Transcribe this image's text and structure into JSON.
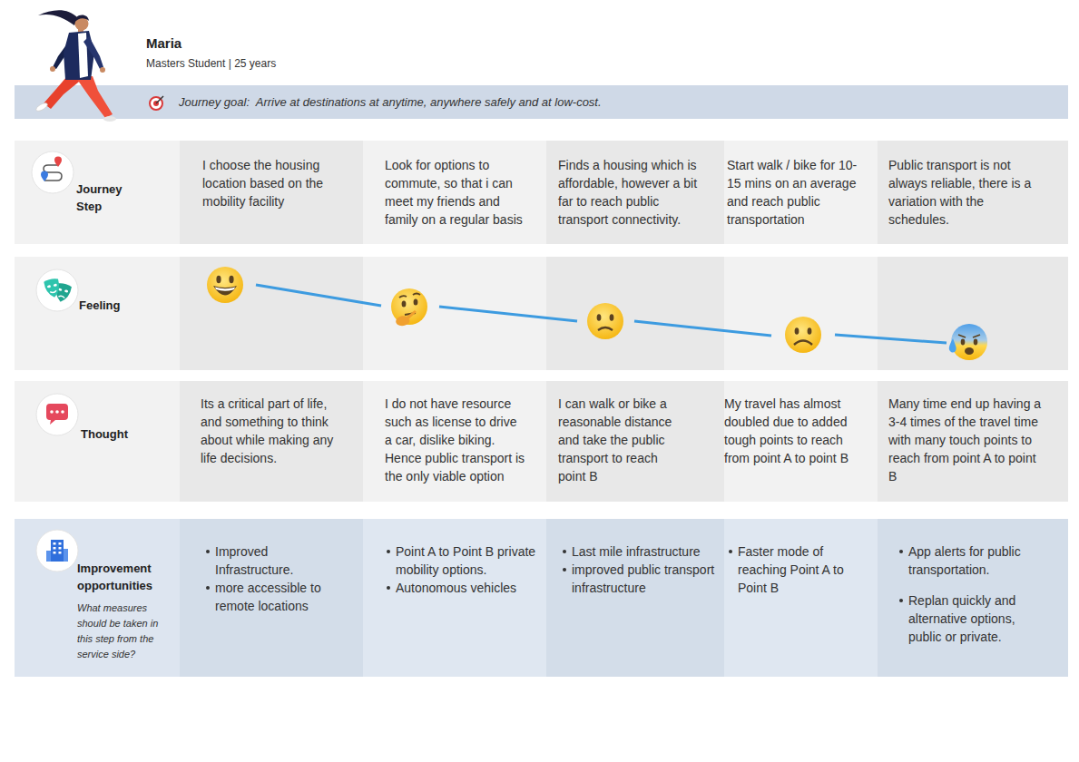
{
  "diagram": {
    "title": "Maria",
    "nodes": [
      {
        "text": [
          "Journey goal:  Arrive at destinations at anytime, anywhere safely and at low-cost."
        ]
      },
      {
        "text": [
          "Journey Step"
        ]
      },
      {
        "text": [
          "I choose the housing location based on the mobility facility"
        ],
        "in": 1
      },
      {
        "text": [
          "Look for options to commute, so that i can meet my friends and family on a regular basis"
        ],
        "in": 1
      },
      {
        "text": [
          "Finds a housing which is affordable, however a bit far to reach public transport connectivity."
        ],
        "in": 1
      },
      {
        "text": [
          "Start walk / bike for 10-15 mins on an average and reach public transportation"
        ],
        "in": 1
      },
      {
        "text": [
          "Public transport is not always reliable, there is a variation with the schedules."
        ],
        "in": 1
      },
      {
        "text": [
          "Feeling"
        ]
      },
      {
        "text": [
          "Thought"
        ]
      },
      {
        "text": [
          "Its a critical part of life, and something to think about while making any life decisions."
        ],
        "in": 8
      },
      {
        "text": [
          "I do not have resource such as license to drive a car, dislike biking. Hence public transport is the only viable option"
        ],
        "in": 8
      },
      {
        "text": [
          "I can walk or bike a reasonable distance and take the public transport to reach point B"
        ],
        "in": 8
      },
      {
        "text": [
          "My travel has almost doubled due to added tough points to reach from point A to point B"
        ],
        "in": 8
      },
      {
        "text": [
          "Many time end up having a 3-4 times of the travel time with many touch points to reach from point A to point B"
        ],
        "in": 8
      },
      {
        "text": [
          "Improvement opportunities",
          "What measures should be taken in this step from the service side?"
        ]
      },
      {
        "text": [
          "Improved Infrastructure.",
          "more accessible to remote locations"
        ],
        "in": 14
      },
      {
        "text": [
          "Point A to Point B private mobility options.",
          "Autonomous vehicles"
        ],
        "in": 14
      },
      {
        "text": [
          "Last mile infrastructure",
          "improved public transport infrastructure"
        ],
        "in": 14
      },
      {
        "text": [
          "Faster mode of reaching Point A to Point B"
        ],
        "in": 14
      },
      {
        "text": [
          "App alerts for public transportation.",
          "Replan quickly and alternative options, public or private."
        ],
        "in": 14
      }
    ],
    "labels": [
      "Masters Student | 25 years"
    ]
  }
}
